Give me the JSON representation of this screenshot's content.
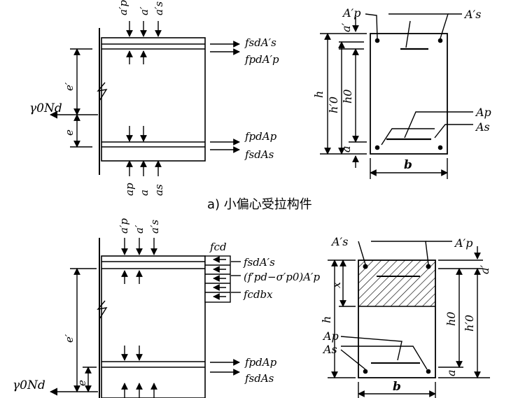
{
  "a": {
    "top_labels": [
      "a′p",
      "a′",
      "a′s"
    ],
    "bottom_labels": [
      "ap",
      "a",
      "as"
    ],
    "force_top1": "fsdA′s",
    "force_top2": "fpdA′p",
    "force_bot1": "fpdAp",
    "force_bot2": "fsdAs",
    "load": "γ0Nd",
    "e_prime": "e′",
    "e": "e",
    "cs_Apprime": "A′p",
    "cs_Asprime": "A′s",
    "cs_aprime": "a′",
    "cs_h": "h",
    "cs_h0prime": "h′0",
    "cs_h0": "h0",
    "cs_a": "a",
    "cs_Ap": "Ap",
    "cs_As": "As",
    "cs_b": "b",
    "caption": "a) 小偏心受拉构件"
  },
  "b": {
    "top_labels": [
      "a′p",
      "a′",
      "a′s"
    ],
    "fcd": "fcd",
    "force1": "fsdA′s",
    "force2": "(f′pd−σ′p0)A′p",
    "force3": "fcdbx",
    "force_bot1": "fpdAp",
    "force_bot2": "fsdAs",
    "load": "γ0Nd",
    "e_prime": "e′",
    "e": "e",
    "cs_Asprime": "A′s",
    "cs_Apprime": "A′p",
    "cs_aprime": "a′",
    "cs_x": "x",
    "cs_h": "h",
    "cs_h0": "h0",
    "cs_h0prime": "h′0",
    "cs_Ap": "Ap",
    "cs_As": "As",
    "cs_a": "a",
    "cs_b": "b"
  }
}
